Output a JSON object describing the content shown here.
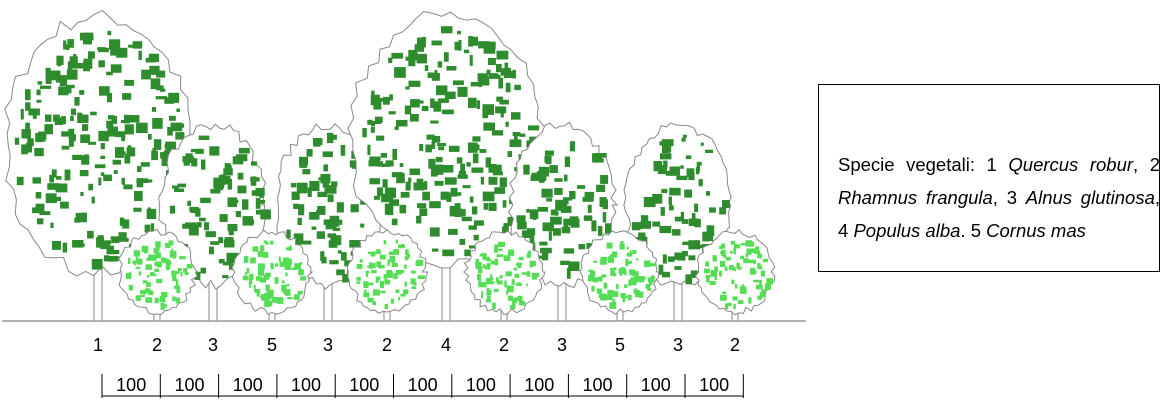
{
  "colors": {
    "canopy_dark": "#2e8b2e",
    "canopy_light": "#55dd55",
    "outline": "#888888",
    "ground": "#999999",
    "text": "#000000"
  },
  "species_sequence": [
    "1",
    "2",
    "3",
    "5",
    "3",
    "2",
    "4",
    "2",
    "3",
    "5",
    "3",
    "2"
  ],
  "spacing_labels": [
    "100",
    "100",
    "100",
    "100",
    "100",
    "100",
    "100",
    "100",
    "100",
    "100",
    "100"
  ],
  "caption": {
    "prefix": "Specie vegetali: ",
    "items": [
      {
        "num": "1",
        "name": "Quercus robur",
        "sep": ", "
      },
      {
        "num": "2",
        "name": "Rhamnus frangula",
        "sep": ", "
      },
      {
        "num": "3",
        "name": "Alnus glutinosa",
        "sep": ", "
      },
      {
        "num": "4",
        "name": "Populus alba",
        "sep": ". "
      },
      {
        "num": "5",
        "name": "Cornus mas",
        "sep": ""
      }
    ]
  }
}
